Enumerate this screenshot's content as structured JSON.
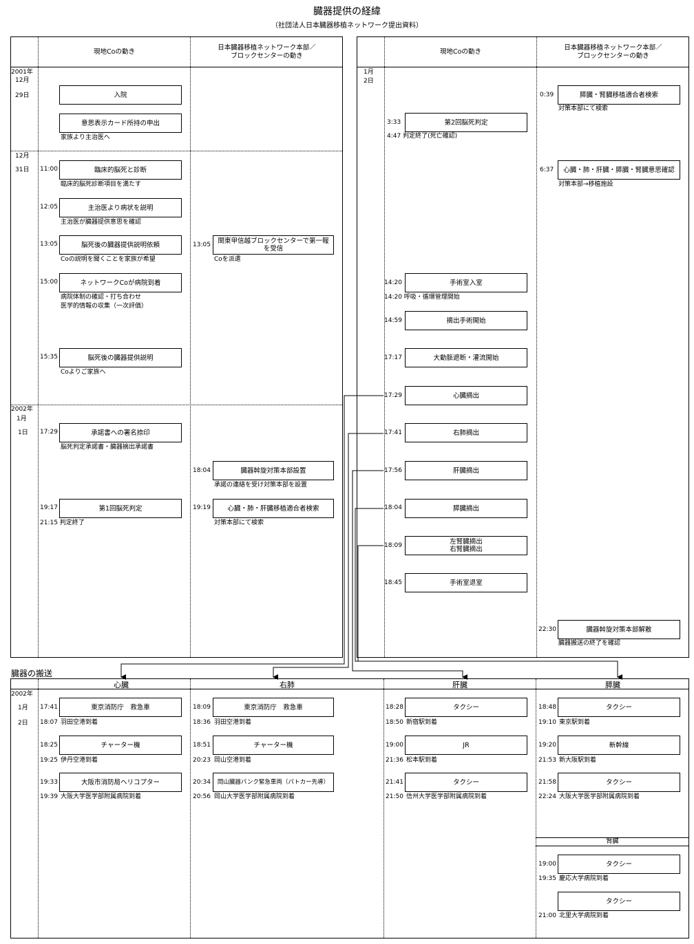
{
  "title": "臓器提供の経緯",
  "subtitle": "（社団法人日本臓器移植ネットワーク提出資料）",
  "headers": {
    "local": "現地Coの動き",
    "network_l1": "日本臓器移植ネットワーク本部／",
    "network_l2": "ブロックセンターの動き"
  },
  "left": {
    "dates": [
      {
        "l1": "2001年",
        "l2": "12月",
        "l3": "29日"
      },
      {
        "l1": "12月",
        "l2": "31日"
      },
      {
        "l1": "2002年",
        "l2": "1月",
        "l3": "1日"
      }
    ],
    "local": [
      {
        "time": "",
        "box": "入院",
        "note": ""
      },
      {
        "time": "",
        "box": "意思表示カード所持の申出",
        "note": "家族より主治医へ"
      },
      {
        "time": "11:00",
        "box": "臨床的脳死と診断",
        "note": "臨床的脳死診断項目を満たす"
      },
      {
        "time": "12:05",
        "box": "主治医より病状を説明",
        "note": "主治医が臓器提供意思を確認"
      },
      {
        "time": "13:05",
        "box": "脳死後の臓器提供説明依頼",
        "note": "Coの説明を聞くことを家族が希望"
      },
      {
        "time": "15:00",
        "box": "ネットワークCoが病院到着",
        "note": "病院体制の確認・打ち合わせ",
        "note2": "医学的情報の収集（一次評価）"
      },
      {
        "time": "15:35",
        "box": "脳死後の臓器提供説明",
        "note": "Coよりご家族へ"
      },
      {
        "time": "17:29",
        "box": "承諾書への署名捺印",
        "note": "脳死判定承諾書・臓器摘出承諾書"
      },
      {
        "time": "19:17",
        "box": "第1回脳死判定",
        "note": "21:15  判定終了"
      }
    ],
    "network": [
      {
        "time": "13:05",
        "box": "関東甲信越ブロックセンターで第一報を受信",
        "note": "Coを派遣"
      },
      {
        "time": "18:04",
        "box": "臓器斡旋対策本部設置",
        "note": "承諾の連絡を受け対策本部を設置"
      },
      {
        "time": "19:19",
        "box": "心臓・肺・肝臓移植適合者検索",
        "note": "対策本部にて検索"
      }
    ]
  },
  "right": {
    "date": {
      "l1": "1月",
      "l2": "2日"
    },
    "local": [
      {
        "time": "3:33",
        "box": "第2回脳死判定",
        "note": "4:47  判定終了(死亡確認)"
      },
      {
        "time": "14:20",
        "box": "手術室入室",
        "note": "14:20  呼吸・循環管理開始"
      },
      {
        "time": "14:59",
        "box": "摘出手術開始",
        "note": ""
      },
      {
        "time": "17:17",
        "box": "大動脈遮断・灌流開始",
        "note": ""
      },
      {
        "time": "17:29",
        "box": "心臓摘出",
        "note": ""
      },
      {
        "time": "17:41",
        "box": "右肺摘出",
        "note": ""
      },
      {
        "time": "17:56",
        "box": "肝臓摘出",
        "note": ""
      },
      {
        "time": "18:04",
        "box": "膵臓摘出",
        "note": ""
      },
      {
        "time": "18:09",
        "box": "左腎臓摘出",
        "box2": "右腎臓摘出",
        "note": ""
      },
      {
        "time": "18:45",
        "box": "手術室退室",
        "note": ""
      }
    ],
    "network": [
      {
        "time": "0:39",
        "box": "膵臓・腎臓移植適合者検索",
        "note": "対策本部にて検索"
      },
      {
        "time": "6:37",
        "box": "心臓・肺・肝臓・膵臓・腎臓意思確認",
        "note": "対策本部→移植施設"
      },
      {
        "time": "22:30",
        "box": "臓器斡旋対策本部解散",
        "note": "臓器搬送の終了を確認"
      }
    ]
  },
  "transport": {
    "section": "臓器の搬送",
    "date": {
      "l1": "2002年",
      "l2": "1月",
      "l3": "2日"
    },
    "cols": [
      {
        "name": "心臓",
        "steps": [
          {
            "t1": "17:41",
            "box": "東京消防庁　救急車",
            "t2": "18:07",
            "note": "羽田空港到着"
          },
          {
            "t1": "18:25",
            "box": "チャーター機",
            "t2": "19:25",
            "note": "伊丹空港到着"
          },
          {
            "t1": "19:33",
            "box": "大阪市消防局ヘリコプター",
            "t2": "19:39",
            "note": "大阪大学医学部附属病院到着"
          }
        ]
      },
      {
        "name": "右肺",
        "steps": [
          {
            "t1": "18:09",
            "box": "東京消防庁　救急車",
            "t2": "18:36",
            "note": "羽田空港到着"
          },
          {
            "t1": "18:51",
            "box": "チャーター機",
            "t2": "20:23",
            "note": "岡山空港到着"
          },
          {
            "t1": "20:34",
            "box": "岡山臓器バンク緊急車両（パトカー先導）",
            "t2": "20:56",
            "note": "岡山大学医学部附属病院到着"
          }
        ]
      },
      {
        "name": "肝臓",
        "steps": [
          {
            "t1": "18:28",
            "box": "タクシー",
            "t2": "18:50",
            "note": "新宿駅到着"
          },
          {
            "t1": "19:00",
            "box": "JR",
            "t2": "21:36",
            "note": "松本駅到着"
          },
          {
            "t1": "21:41",
            "box": "タクシー",
            "t2": "21:50",
            "note": "信州大学医学部附属病院到着"
          }
        ]
      },
      {
        "name": "膵臓",
        "steps": [
          {
            "t1": "18:48",
            "box": "タクシー",
            "t2": "19:10",
            "note": "東京駅到着"
          },
          {
            "t1": "19:20",
            "box": "新幹線",
            "t2": "21:53",
            "note": "新大阪駅到着"
          },
          {
            "t1": "21:58",
            "box": "タクシー",
            "t2": "22:24",
            "note": "大阪大学医学部附属病院到着"
          }
        ]
      }
    ],
    "kidney": {
      "name": "腎臓",
      "steps": [
        {
          "t1": "19:00",
          "box": "タクシー",
          "t2": "19:35",
          "note": "慶応大学病院到着"
        },
        {
          "t1": "",
          "box": "タクシー",
          "t2": "21:00",
          "note": "北里大学病院到着"
        }
      ]
    }
  }
}
